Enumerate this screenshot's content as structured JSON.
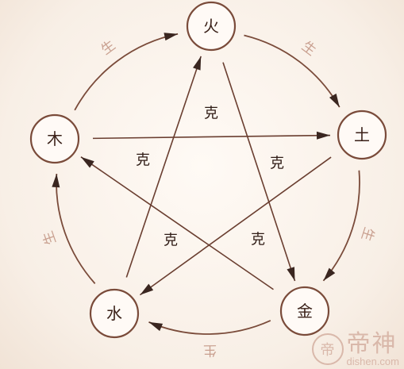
{
  "diagram": {
    "nodes": [
      {
        "id": "fire",
        "label": "火"
      },
      {
        "id": "earth",
        "label": "土"
      },
      {
        "id": "metal",
        "label": "金"
      },
      {
        "id": "water",
        "label": "水"
      },
      {
        "id": "wood",
        "label": "木"
      }
    ],
    "generating_cycle": {
      "label": "生",
      "edges": [
        {
          "from": "wood",
          "to": "fire"
        },
        {
          "from": "fire",
          "to": "earth"
        },
        {
          "from": "earth",
          "to": "metal"
        },
        {
          "from": "metal",
          "to": "water"
        },
        {
          "from": "water",
          "to": "wood"
        }
      ]
    },
    "controlling_cycle": {
      "label": "克",
      "edges": [
        {
          "from": "wood",
          "to": "earth"
        },
        {
          "from": "earth",
          "to": "water"
        },
        {
          "from": "water",
          "to": "fire"
        },
        {
          "from": "fire",
          "to": "metal"
        },
        {
          "from": "metal",
          "to": "wood"
        }
      ]
    }
  },
  "watermark": {
    "logo_char": "帝",
    "brand": "帝神",
    "url": "dishen.com"
  }
}
